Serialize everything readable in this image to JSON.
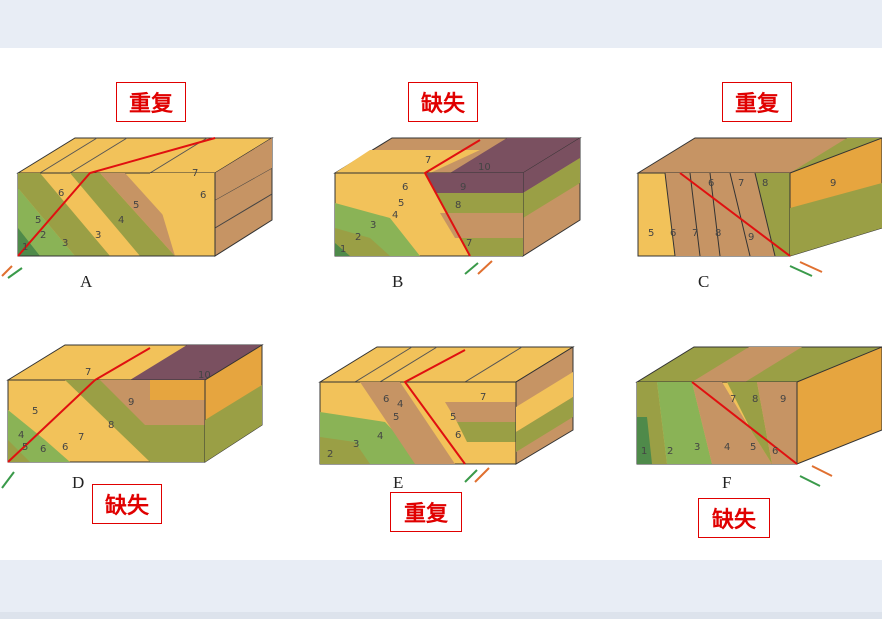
{
  "labels": {
    "a": "重复",
    "b": "缺失",
    "c": "重复",
    "d": "缺失",
    "e": "重复",
    "f": "缺失"
  },
  "letters": {
    "a": "A",
    "b": "B",
    "c": "C",
    "d": "D",
    "e": "E",
    "f": "F"
  },
  "layer_numbers": {
    "a": [
      "1",
      "2",
      "3",
      "3",
      "4",
      "5",
      "6",
      "5",
      "6",
      "7"
    ],
    "b": [
      "1",
      "2",
      "3",
      "4",
      "5",
      "6",
      "7",
      "8",
      "9",
      "10",
      "7"
    ],
    "c": [
      "5",
      "6",
      "7",
      "8",
      "6",
      "7",
      "8",
      "9",
      "9"
    ],
    "d": [
      "4",
      "5",
      "6",
      "5",
      "6",
      "7",
      "8",
      "9",
      "7",
      "10"
    ],
    "e": [
      "2",
      "3",
      "4",
      "5",
      "6",
      "4",
      "5",
      "6",
      "7"
    ],
    "f": [
      "1",
      "2",
      "3",
      "4",
      "5",
      "6",
      "7",
      "8",
      "9"
    ]
  },
  "colors": {
    "fault_line": "#e01010",
    "label_border": "#e00000",
    "yellow": "#f2c25a",
    "orange": "#e6a53f",
    "tan": "#c69464",
    "olive": "#9a9f45",
    "green": "#8ab356",
    "darkgreen": "#4f8a4a",
    "purple": "#7a5060",
    "panel_bg": "#ffffff",
    "page_bg": "#e8edf5"
  }
}
